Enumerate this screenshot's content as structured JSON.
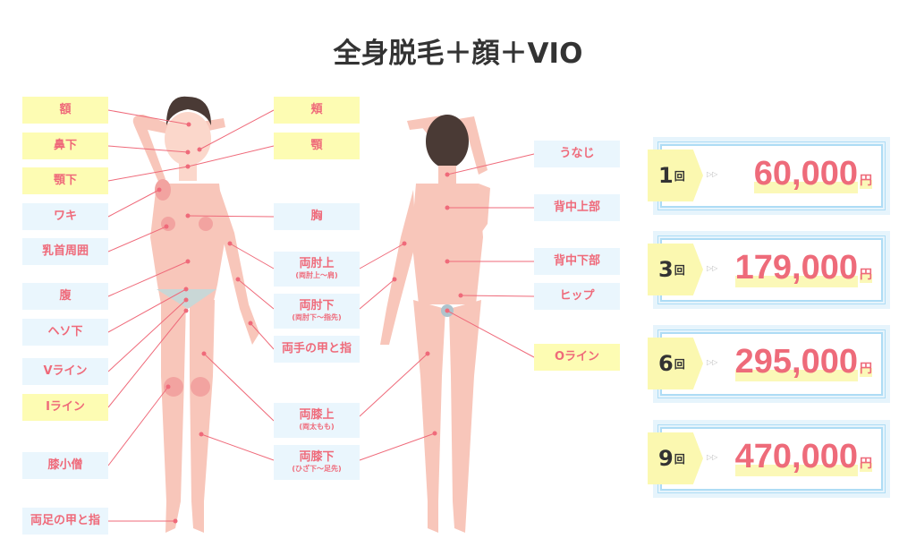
{
  "title": "全身脱毛＋顔＋VIO",
  "front_left": [
    "額",
    "鼻下",
    "顎下",
    "ワキ",
    "乳首周囲",
    "腹",
    "ヘソ下",
    "Vライン",
    "Iライン",
    "膝小僧",
    "両足の甲と指"
  ],
  "front_right": [
    {
      "label": "頬"
    },
    {
      "label": "顎"
    },
    {
      "label": "胸"
    },
    {
      "label": "両肘上",
      "sub": "(両肘上～肩)"
    },
    {
      "label": "両肘下",
      "sub": "(両肘下～指先)"
    },
    {
      "label": "両手の甲と指"
    },
    {
      "label": "両膝上",
      "sub": "(両太もも)"
    },
    {
      "label": "両膝下",
      "sub": "(ひざ下～足先)"
    }
  ],
  "back": [
    "うなじ",
    "背中上部",
    "背中下部",
    "ヒップ",
    "Oライン"
  ],
  "prices": [
    {
      "count": "1",
      "unit": "回",
      "price": "60,000",
      "yen": "円"
    },
    {
      "count": "3",
      "unit": "回",
      "price": "179,000",
      "yen": "円"
    },
    {
      "count": "6",
      "unit": "回",
      "price": "295,000",
      "yen": "円"
    },
    {
      "count": "9",
      "unit": "回",
      "price": "470,000",
      "yen": "円"
    }
  ],
  "colors": {
    "accent": "#ef6a7a",
    "face_label_bg": "#fdfcb3",
    "body_label_bg": "#eaf6fd",
    "skin": "#f8c6ba"
  }
}
